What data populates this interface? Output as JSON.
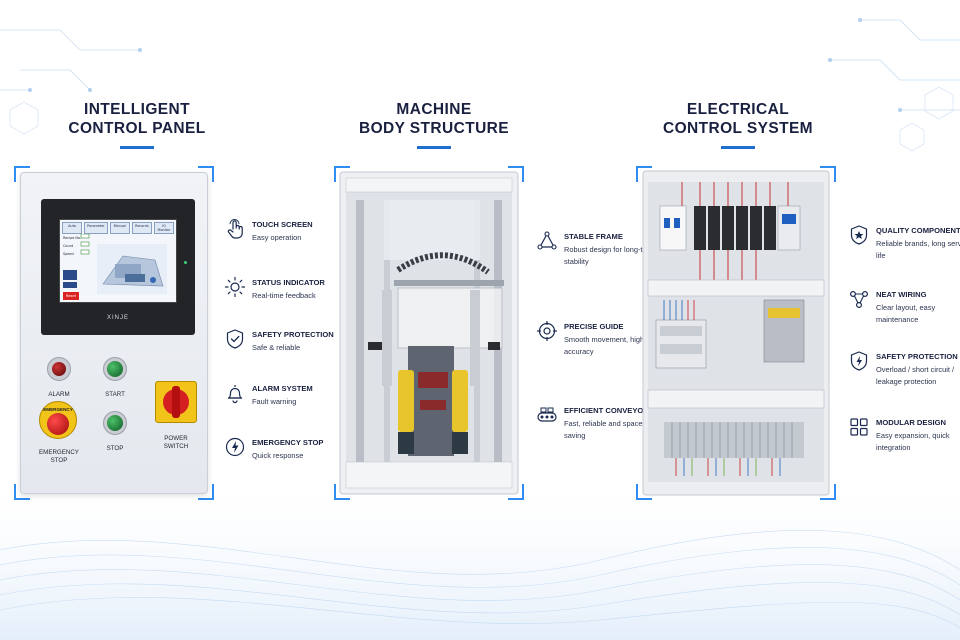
{
  "columns": [
    {
      "title_line1": "INTELLIGENT",
      "title_line2": "CONTROL PANEL",
      "features": [
        {
          "icon": "touch-icon",
          "title": "TOUCH SCREEN",
          "desc": "Easy operation"
        },
        {
          "icon": "status-indicator-icon",
          "title": "STATUS INDICATOR",
          "desc": "Real-time feedback"
        },
        {
          "icon": "shield-check-icon",
          "title": "SAFETY PROTECTION",
          "desc": "Safe & reliable"
        },
        {
          "icon": "alarm-bell-icon",
          "title": "ALARM SYSTEM",
          "desc": "Fault warning"
        },
        {
          "icon": "lightning-circle-icon",
          "title": "EMERGENCY STOP",
          "desc": "Quick response"
        }
      ]
    },
    {
      "title_line1": "MACHINE",
      "title_line2": "BODY STRUCTURE",
      "features": [
        {
          "icon": "triangle-nodes-icon",
          "title": "STABLE FRAME",
          "desc": "Robust design for long-term stability"
        },
        {
          "icon": "crosshair-icon",
          "title": "PRECISE GUIDE",
          "desc": "Smooth movement, high accuracy"
        },
        {
          "icon": "conveyor-icon",
          "title": "EFFICIENT CONVEYOR",
          "desc": "Fast, reliable and space-saving"
        }
      ]
    },
    {
      "title_line1": "ELECTRICAL",
      "title_line2": "CONTROL SYSTEM",
      "features": [
        {
          "icon": "shield-star-icon",
          "title": "QUALITY COMPONENTS",
          "desc": "Reliable brands, long service life"
        },
        {
          "icon": "network-nodes-icon",
          "title": "NEAT WIRING",
          "desc": "Clear layout, easy maintenance"
        },
        {
          "icon": "shield-lightning-icon",
          "title": "SAFETY PROTECTION",
          "desc": "Overload / short circuit / leakage protection"
        },
        {
          "icon": "modular-grid-icon",
          "title": "MODULAR DESIGN",
          "desc": "Easy expansion, quick integration"
        }
      ]
    }
  ],
  "control_panel": {
    "brand": "XINJE",
    "labels": {
      "alarm": "ALARM",
      "start": "START",
      "stop": "STOP",
      "emergency_line1": "EMERGENCY",
      "emergency_line2": "STOP",
      "power_line1": "POWER",
      "power_line2": "SWITCH",
      "emergency_cap": "EMERGENCY"
    },
    "hmi_tabs": [
      "Auto",
      "Parameter",
      "Manual",
      "Records",
      "IO Monitor"
    ],
    "hmi_fields": [
      "Recipe No.",
      "Count",
      "Speed"
    ],
    "hmi_button": "Reset"
  },
  "colors": {
    "accent": "#1f6fd1",
    "corner": "#2f8cf0",
    "heading": "#1a2140",
    "alarm_red": "#7a1010",
    "start_green": "#1f8a3a",
    "estop_red": "#d42020",
    "estop_yellow": "#f2c318"
  }
}
